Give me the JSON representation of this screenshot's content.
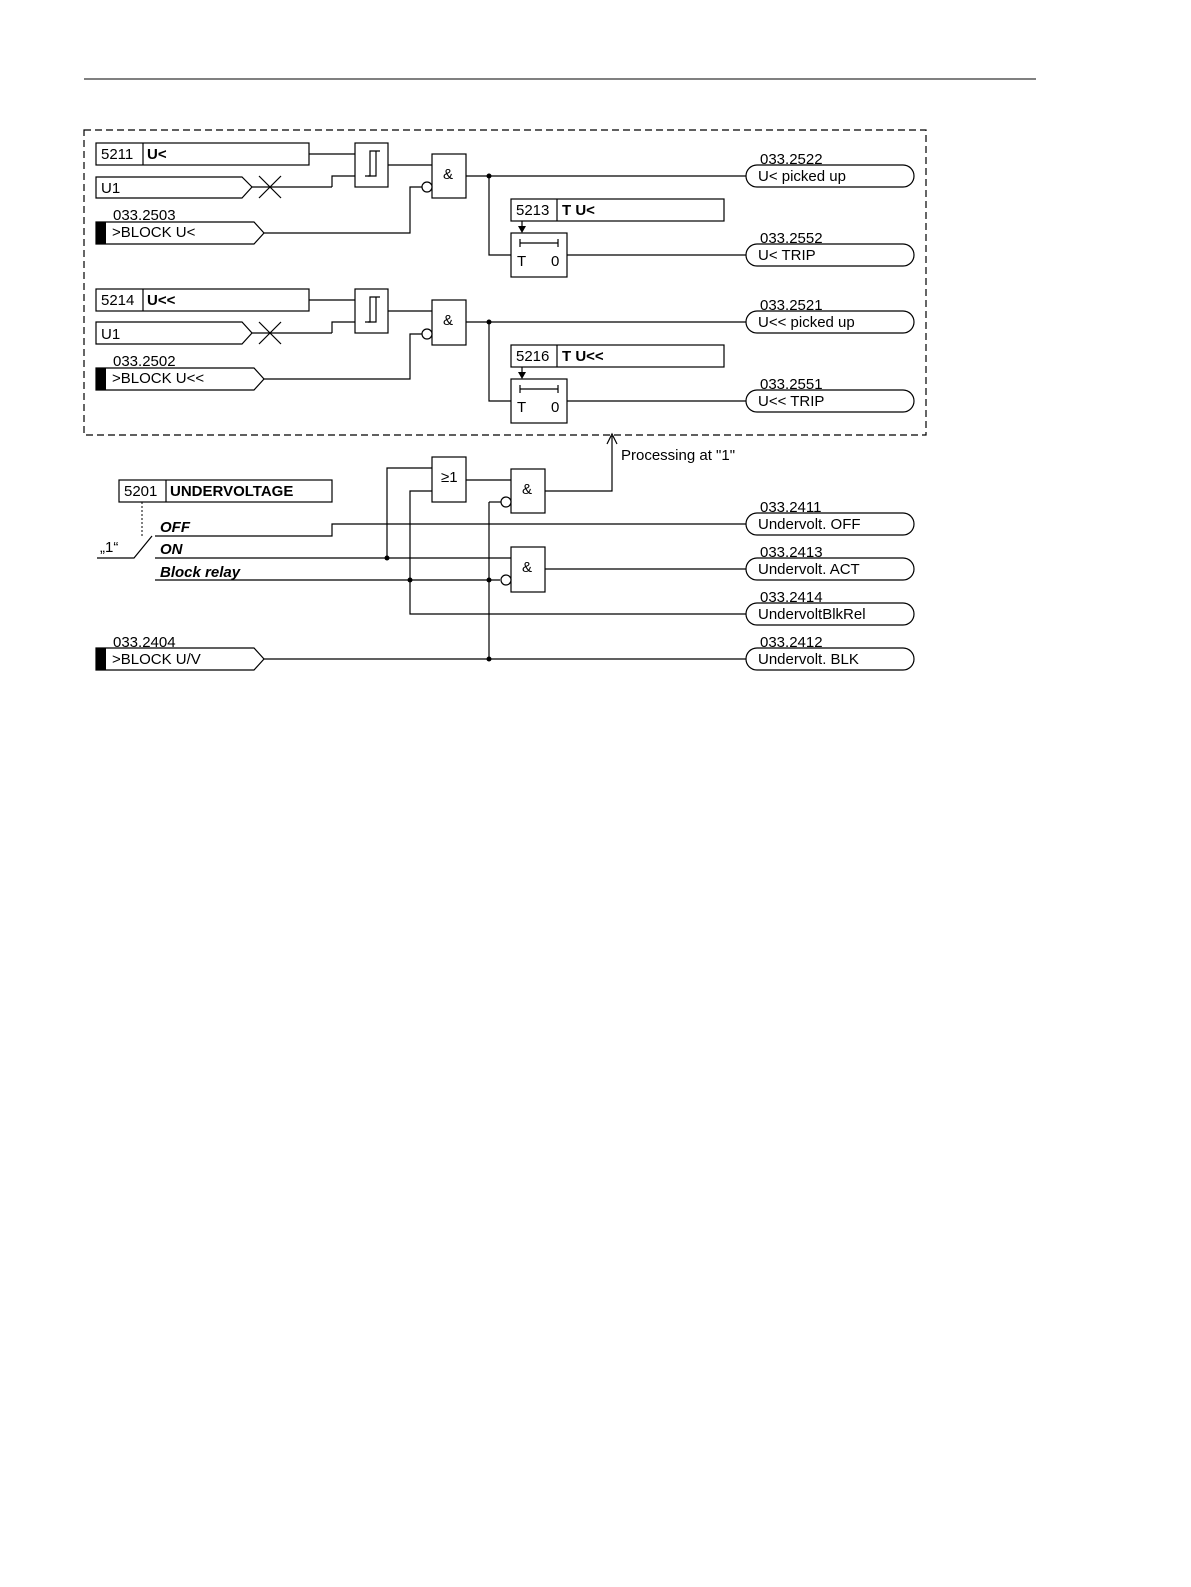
{
  "parameters": {
    "p5211": {
      "number": "5211",
      "name": "U<"
    },
    "p5213": {
      "number": "5213",
      "name": "T U<"
    },
    "p5214": {
      "number": "5214",
      "name": "U<<"
    },
    "p5216": {
      "number": "5216",
      "name": "T U<<"
    },
    "p5201": {
      "number": "5201",
      "name": "UNDERVOLTAGE"
    }
  },
  "inputs": {
    "u1_a": "U1",
    "u1_b": "U1",
    "block_u_lt": {
      "code": "033.2503",
      "label": ">BLOCK U<"
    },
    "block_u_ltlt": {
      "code": "033.2502",
      "label": ">BLOCK U<<"
    },
    "block_uv": {
      "code": "033.2404",
      "label": ">BLOCK U/V"
    }
  },
  "outputs": {
    "u_lt_picked": {
      "code": "033.2522",
      "label": "U< picked up"
    },
    "u_lt_trip": {
      "code": "033.2552",
      "label": "U< TRIP"
    },
    "u_ltlt_picked": {
      "code": "033.2521",
      "label": "U<< picked up"
    },
    "u_ltlt_trip": {
      "code": "033.2551",
      "label": "U<< TRIP"
    },
    "undervolt_off": {
      "code": "033.2411",
      "label": "Undervolt. OFF"
    },
    "undervolt_act": {
      "code": "033.2413",
      "label": "Undervolt. ACT"
    },
    "undervolt_blkrel": {
      "code": "033.2414",
      "label": "UndervoltBlkRel"
    },
    "undervolt_blk": {
      "code": "033.2412",
      "label": "Undervolt. BLK"
    }
  },
  "gates": {
    "and": "&",
    "or": "≥1"
  },
  "timer": {
    "t": "T",
    "zero": "0"
  },
  "switch": {
    "default": "„1“",
    "off": "OFF",
    "on": "ON",
    "block_relay": "Block relay"
  },
  "annotation": "Processing at \"1\""
}
